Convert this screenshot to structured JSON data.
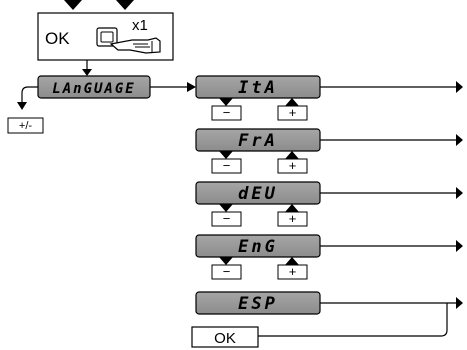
{
  "top_box": {
    "ok_label": "OK",
    "press_count": "x1"
  },
  "menu_item": {
    "label": "LAnGUAGE"
  },
  "back_label": "+/-",
  "languages": [
    {
      "label": "ItA"
    },
    {
      "label": "FrA"
    },
    {
      "label": "dEU"
    },
    {
      "label": "EnG"
    },
    {
      "label": "ESP"
    }
  ],
  "minus_label": "−",
  "plus_label": "+",
  "confirm_label": "OK"
}
